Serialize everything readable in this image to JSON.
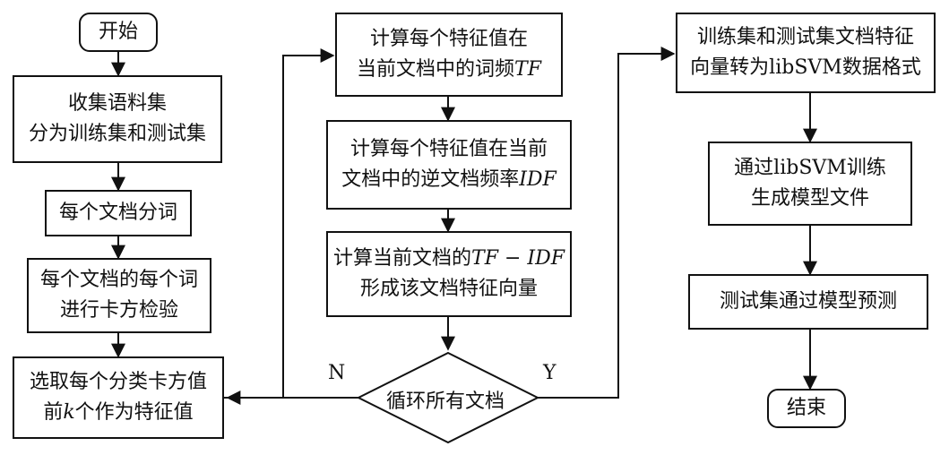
{
  "start": "开始",
  "end": "结束",
  "col1": {
    "collect": [
      "收集语料集",
      "分为训练集和测试集"
    ],
    "segment": "每个文档分词",
    "chi": [
      "每个文档的每个词",
      "进行卡方检验"
    ],
    "select": [
      "选取每个分类卡方值",
      "前",
      "k",
      "个作为特征值"
    ]
  },
  "col2": {
    "tf": [
      "计算每个特征值在",
      "当前文档中的词频",
      "TF"
    ],
    "idf": [
      "计算每个特征值在当前",
      "文档中的逆文档频率",
      "IDF"
    ],
    "tfidf": [
      "计算当前文档的",
      "TF − IDF",
      "形成该文档特征向量"
    ],
    "loop": "循环所有文档"
  },
  "col3": {
    "convert": [
      "训练集和测试集文档特征",
      "向量转为libSVM数据格式"
    ],
    "train": [
      "通过libSVM训练",
      "生成模型文件"
    ],
    "predict": "测试集通过模型预测"
  },
  "labels": {
    "no": "N",
    "yes": "Y"
  }
}
